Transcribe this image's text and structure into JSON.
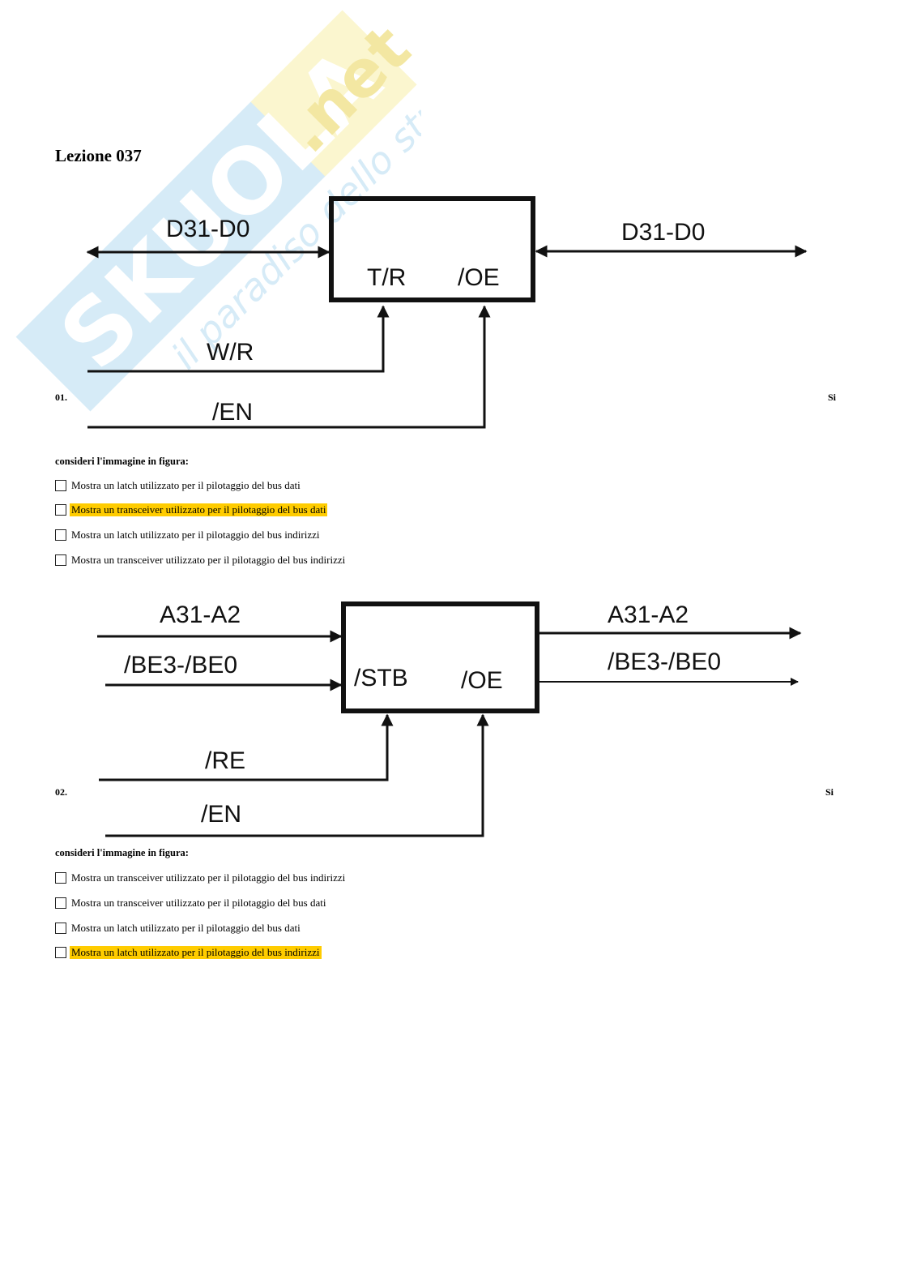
{
  "watermark": {
    "brand": "SKUOLA",
    "domain": ".net",
    "tagline": "il paradiso dello studente",
    "colors": {
      "blue": "#d6ebf7",
      "yellow": "#fbf6cf"
    }
  },
  "title": "Lezione 037",
  "highlight_color": "#ffcc00",
  "questions": [
    {
      "number": "01.",
      "prompt_start": "Si",
      "prompt_rest": "consideri l'immagine in figura:",
      "diagram": {
        "left_bus": "D31-D0",
        "right_bus": "D31-D0",
        "pin1": "T/R",
        "pin2": "/OE",
        "signal1": "W/R",
        "signal2": "/EN"
      },
      "options": [
        {
          "text": "Mostra un latch utilizzato per il pilotaggio del bus dati",
          "checked": false,
          "highlighted": false
        },
        {
          "text": "Mostra un transceiver utilizzato per il pilotaggio del bus dati",
          "checked": false,
          "highlighted": true
        },
        {
          "text": "Mostra un latch utilizzato per il pilotaggio del bus indirizzi",
          "checked": false,
          "highlighted": false
        },
        {
          "text": "Mostra un transceiver utilizzato per il pilotaggio del bus indirizzi",
          "checked": false,
          "highlighted": false
        }
      ]
    },
    {
      "number": "02.",
      "prompt_start": "Si",
      "prompt_rest": "consideri l'immagine in figura:",
      "diagram": {
        "in_bus1": "A31-A2",
        "in_bus2": "/BE3-/BE0",
        "out_bus1": "A31-A2",
        "out_bus2": "/BE3-/BE0",
        "pin1": "/STB",
        "pin2": "/OE",
        "signal1": "/RE",
        "signal2": "/EN"
      },
      "options": [
        {
          "text": "Mostra un transceiver utilizzato per il pilotaggio del bus indirizzi",
          "checked": false,
          "highlighted": false
        },
        {
          "text": "Mostra un transceiver utilizzato per il pilotaggio del bus dati",
          "checked": false,
          "highlighted": false
        },
        {
          "text": "Mostra un latch utilizzato per il pilotaggio del bus dati",
          "checked": false,
          "highlighted": false
        },
        {
          "text": "Mostra un latch utilizzato per il pilotaggio del bus indirizzi",
          "checked": false,
          "highlighted": true
        }
      ]
    }
  ]
}
